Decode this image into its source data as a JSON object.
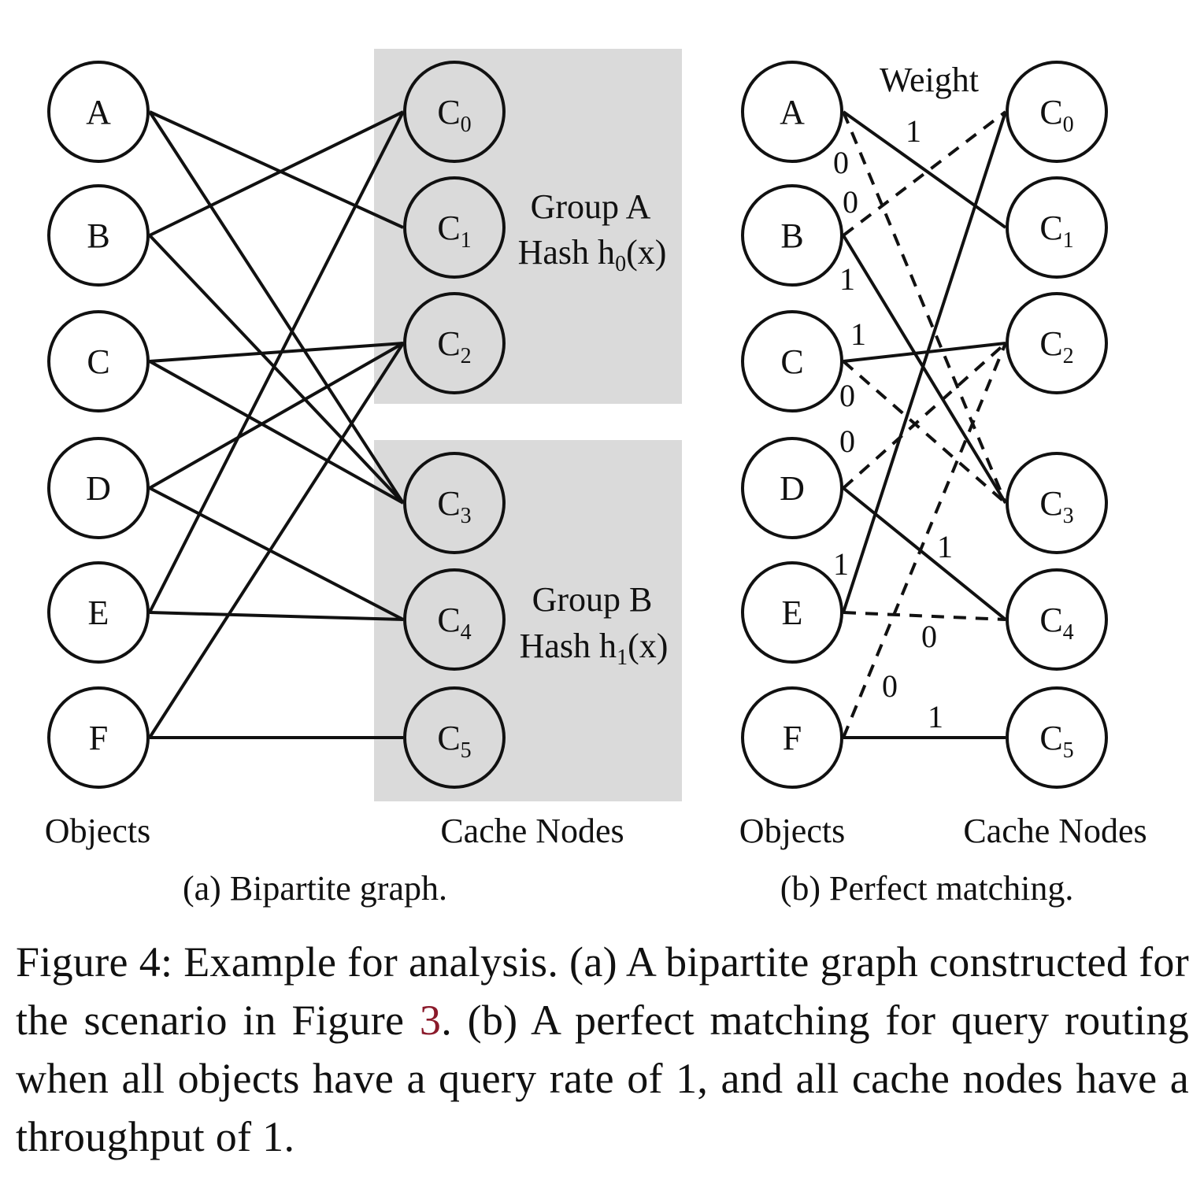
{
  "colors": {
    "group_fill": "#dadada",
    "stroke": "#111111",
    "reference": "#8b1a2b"
  },
  "panel_a": {
    "objects": [
      "A",
      "B",
      "C",
      "D",
      "E",
      "F"
    ],
    "cache_nodes": [
      {
        "base": "C",
        "sub": "0"
      },
      {
        "base": "C",
        "sub": "1"
      },
      {
        "base": "C",
        "sub": "2"
      },
      {
        "base": "C",
        "sub": "3"
      },
      {
        "base": "C",
        "sub": "4"
      },
      {
        "base": "C",
        "sub": "5"
      }
    ],
    "groups": [
      {
        "title": "Group A",
        "hash_prefix": "Hash h",
        "hash_sub": "0",
        "hash_suffix": "(x)"
      },
      {
        "title": "Group B",
        "hash_prefix": "Hash h",
        "hash_sub": "1",
        "hash_suffix": "(x)"
      }
    ],
    "edges": [
      [
        0,
        1
      ],
      [
        0,
        3
      ],
      [
        1,
        0
      ],
      [
        1,
        3
      ],
      [
        2,
        2
      ],
      [
        2,
        3
      ],
      [
        3,
        2
      ],
      [
        3,
        4
      ],
      [
        4,
        0
      ],
      [
        4,
        4
      ],
      [
        5,
        2
      ],
      [
        5,
        5
      ]
    ],
    "objects_label": "Objects",
    "cache_label": "Cache Nodes",
    "subcaption": "(a) Bipartite graph."
  },
  "panel_b": {
    "objects": [
      "A",
      "B",
      "C",
      "D",
      "E",
      "F"
    ],
    "cache_nodes": [
      {
        "base": "C",
        "sub": "0"
      },
      {
        "base": "C",
        "sub": "1"
      },
      {
        "base": "C",
        "sub": "2"
      },
      {
        "base": "C",
        "sub": "3"
      },
      {
        "base": "C",
        "sub": "4"
      },
      {
        "base": "C",
        "sub": "5"
      }
    ],
    "weight_header": "Weight",
    "edges": [
      {
        "from": 0,
        "to": 1,
        "weight": "1",
        "style": "solid"
      },
      {
        "from": 0,
        "to": 3,
        "weight": "0",
        "style": "dashed"
      },
      {
        "from": 1,
        "to": 0,
        "weight": "0",
        "style": "dashed"
      },
      {
        "from": 1,
        "to": 3,
        "weight": "1",
        "style": "solid"
      },
      {
        "from": 2,
        "to": 2,
        "weight": "1",
        "style": "solid"
      },
      {
        "from": 2,
        "to": 3,
        "weight": "0",
        "style": "dashed"
      },
      {
        "from": 3,
        "to": 2,
        "weight": "0",
        "style": "dashed"
      },
      {
        "from": 3,
        "to": 4,
        "weight": "1",
        "style": "solid"
      },
      {
        "from": 4,
        "to": 0,
        "weight": "1",
        "style": "solid"
      },
      {
        "from": 4,
        "to": 4,
        "weight": "0",
        "style": "dashed"
      },
      {
        "from": 5,
        "to": 2,
        "weight": "0",
        "style": "dashed"
      },
      {
        "from": 5,
        "to": 5,
        "weight": "1",
        "style": "solid"
      }
    ],
    "objects_label": "Objects",
    "cache_label": "Cache Nodes",
    "subcaption": "(b) Perfect matching."
  },
  "caption": {
    "before_ref": "Figure 4: Example for analysis. (a) A bipartite graph constructed for the scenario in Figure ",
    "ref": "3",
    "after_ref": ". (b) A perfect matching for query routing when all objects have a query rate of 1, and all cache nodes have a throughput of 1."
  }
}
